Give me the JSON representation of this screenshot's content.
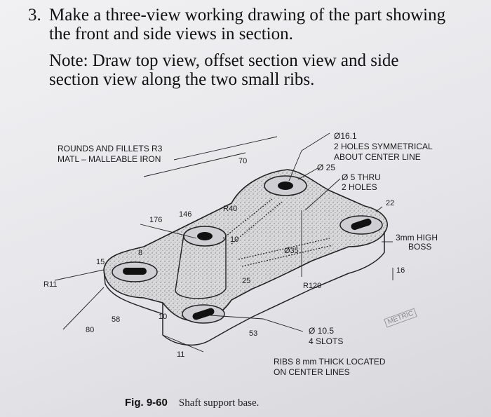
{
  "question": {
    "number": "3.",
    "lines": [
      "Make a three-view working drawing of the part showing",
      "the front and side views in section.",
      "Note: Draw top view, offset section view and side",
      "section view along the two small ribs."
    ]
  },
  "notes": {
    "rounds": "ROUNDS AND FILLETS R3",
    "material": "MATL – MALLEABLE IRON",
    "hole_dia": "Ø16.1",
    "hole_note1": "2 HOLES SYMMETRICAL",
    "hole_note2": "ABOUT CENTER LINE",
    "counterbore": "Ø 25",
    "thru1": "Ø 5 THRU",
    "thru2": "2 HOLES",
    "boss1": "3mm HIGH",
    "boss2": "BOSS",
    "slots1": "Ø 10.5",
    "slots2": "4 SLOTS",
    "ribs1": "RIBS 8 mm THICK LOCATED",
    "ribs2": "ON CENTER LINES"
  },
  "dimensions": {
    "d70": "70",
    "d146": "146",
    "d176": "176",
    "r40": "R40",
    "d10": "10",
    "d35": "Ø35",
    "d8": "8",
    "d15": "15",
    "r11": "R11",
    "d25": "25",
    "r120": "R120",
    "d22": "22",
    "d16": "16",
    "d58": "58",
    "d10b": "10",
    "d80": "80",
    "d53": "53",
    "d11": "11"
  },
  "stamp": "METRIC",
  "caption": {
    "figure": "Fig. 9-60",
    "title": "Shaft support base."
  }
}
